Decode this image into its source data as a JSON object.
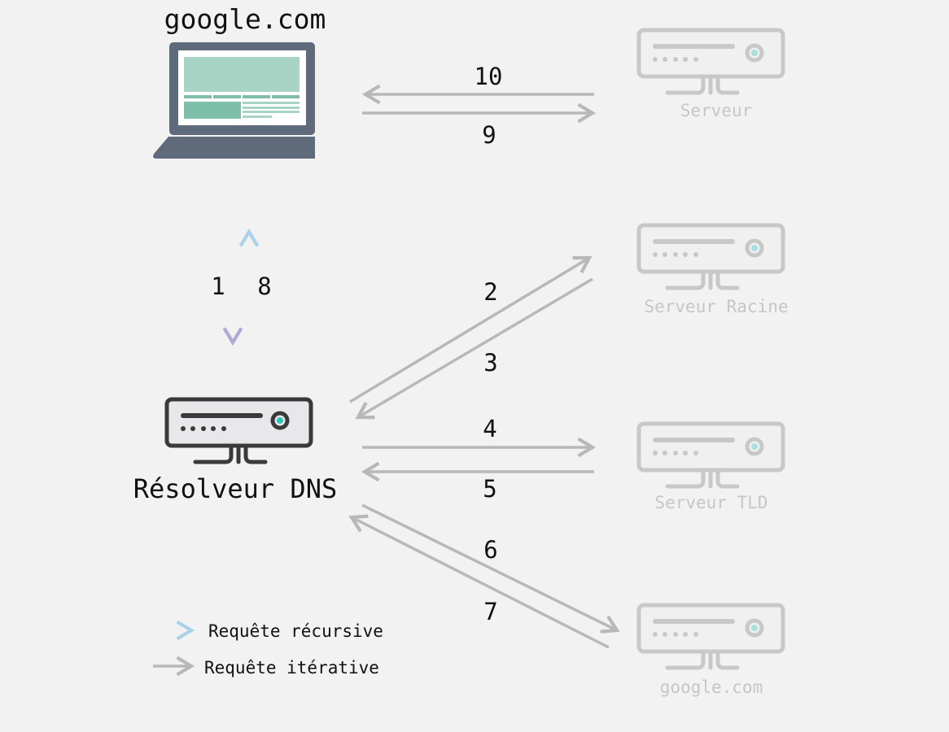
{
  "title": "google.com",
  "resolver_label": "Résolveur DNS",
  "servers": [
    {
      "label": "Serveur"
    },
    {
      "label": "Serveur Racine"
    },
    {
      "label": "Serveur TLD"
    },
    {
      "label": "google.com"
    }
  ],
  "steps": [
    "1",
    "2",
    "3",
    "4",
    "5",
    "6",
    "7",
    "8",
    "9",
    "10"
  ],
  "legend": {
    "recursive": "Requête récursive",
    "iterative": "Requête itérative"
  },
  "colors": {
    "background": "#f2f2f2",
    "iterative_arrow": "#b8b8b8",
    "recursive_arrow_start": "#a9d2e8",
    "recursive_arrow_end": "#b2a8d6",
    "laptop": "#5f6b7b",
    "accent": "#2ec4b6"
  }
}
